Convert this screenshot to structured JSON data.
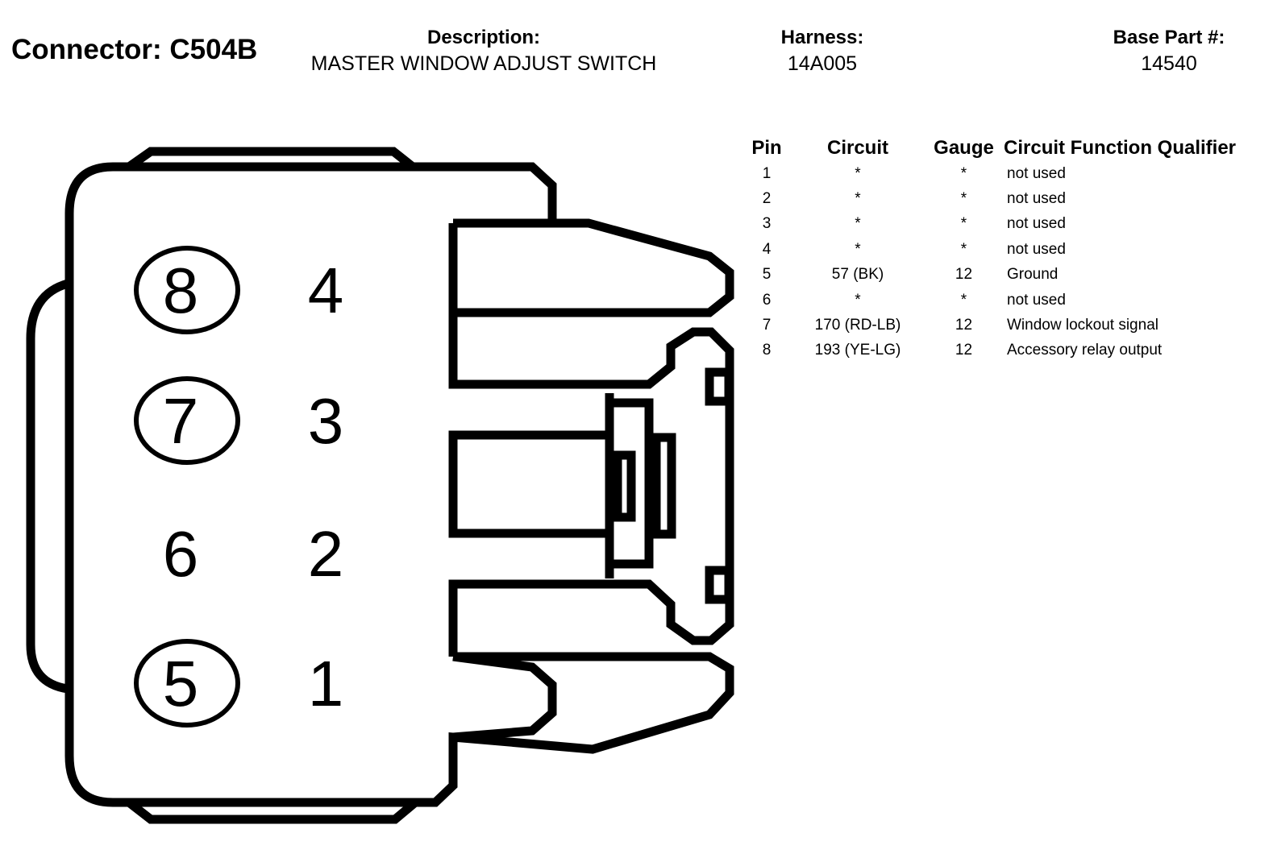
{
  "header": {
    "connector_label": "Connector: C504B",
    "description_label": "Description:",
    "description_value": "MASTER WINDOW ADJUST SWITCH",
    "harness_label": "Harness:",
    "harness_value": "14A005",
    "base_part_label": "Base Part #:",
    "base_part_value": "14540"
  },
  "connector_face": {
    "cavities": [
      {
        "number": "8",
        "circled": true
      },
      {
        "number": "4",
        "circled": false
      },
      {
        "number": "7",
        "circled": true
      },
      {
        "number": "3",
        "circled": false
      },
      {
        "number": "6",
        "circled": false
      },
      {
        "number": "2",
        "circled": false
      },
      {
        "number": "5",
        "circled": true
      },
      {
        "number": "1",
        "circled": false
      }
    ]
  },
  "pin_table": {
    "headers": {
      "pin": "Pin",
      "circuit": "Circuit",
      "gauge": "Gauge",
      "function": "Circuit Function Qualifier"
    },
    "rows": [
      {
        "pin": "1",
        "circuit": "*",
        "gauge": "*",
        "function": "not used"
      },
      {
        "pin": "2",
        "circuit": "*",
        "gauge": "*",
        "function": "not used"
      },
      {
        "pin": "3",
        "circuit": "*",
        "gauge": "*",
        "function": "not used"
      },
      {
        "pin": "4",
        "circuit": "*",
        "gauge": "*",
        "function": "not used"
      },
      {
        "pin": "5",
        "circuit": "57 (BK)",
        "gauge": "12",
        "function": "Ground"
      },
      {
        "pin": "6",
        "circuit": "*",
        "gauge": "*",
        "function": "not used"
      },
      {
        "pin": "7",
        "circuit": "170 (RD-LB)",
        "gauge": "12",
        "function": "Window lockout signal"
      },
      {
        "pin": "8",
        "circuit": "193 (YE-LG)",
        "gauge": "12",
        "function": "Accessory relay output"
      }
    ]
  }
}
